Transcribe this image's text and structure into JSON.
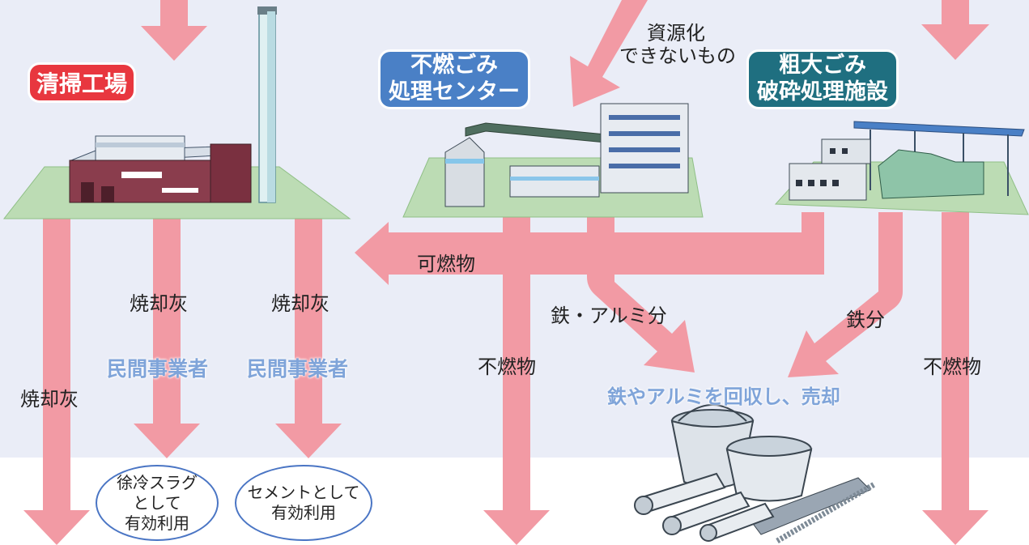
{
  "facilities": {
    "incinerator": "清掃工場",
    "noncombustible_line1": "不燃ごみ",
    "noncombustible_line2": "処理センター",
    "bulky_line1": "粗大ごみ",
    "bulky_line2": "破砕処理施設"
  },
  "flows": {
    "unrecyclable_line1": "資源化",
    "unrecyclable_line2": "できないもの",
    "combustibles": "可燃物",
    "ash_1": "焼却灰",
    "ash_2": "焼却灰",
    "ash_3": "焼却灰",
    "noncombustibles_1": "不燃物",
    "noncombustibles_2": "不燃物",
    "iron_aluminum": "鉄・アルミ分",
    "iron": "鉄分"
  },
  "operators": {
    "private_1": "民間事業者",
    "private_2": "民間事業者",
    "recovery": "鉄やアルミを回収し、売却"
  },
  "destinations": {
    "slag_line1": "徐冷スラグ",
    "slag_line2": "として",
    "slag_line3": "有効利用",
    "cement_line1": "セメントとして",
    "cement_line2": "有効利用"
  },
  "colors": {
    "arrow": "#f29aa4",
    "background_upper": "#eaedf7",
    "background_lower": "#ffffff",
    "ground": "#bcdcb4",
    "incinerator_badge": "#e8373f",
    "noncombustible_badge": "#4a80c6",
    "bulky_badge": "#1f6f80",
    "operator_text": "#7fa4d9"
  }
}
